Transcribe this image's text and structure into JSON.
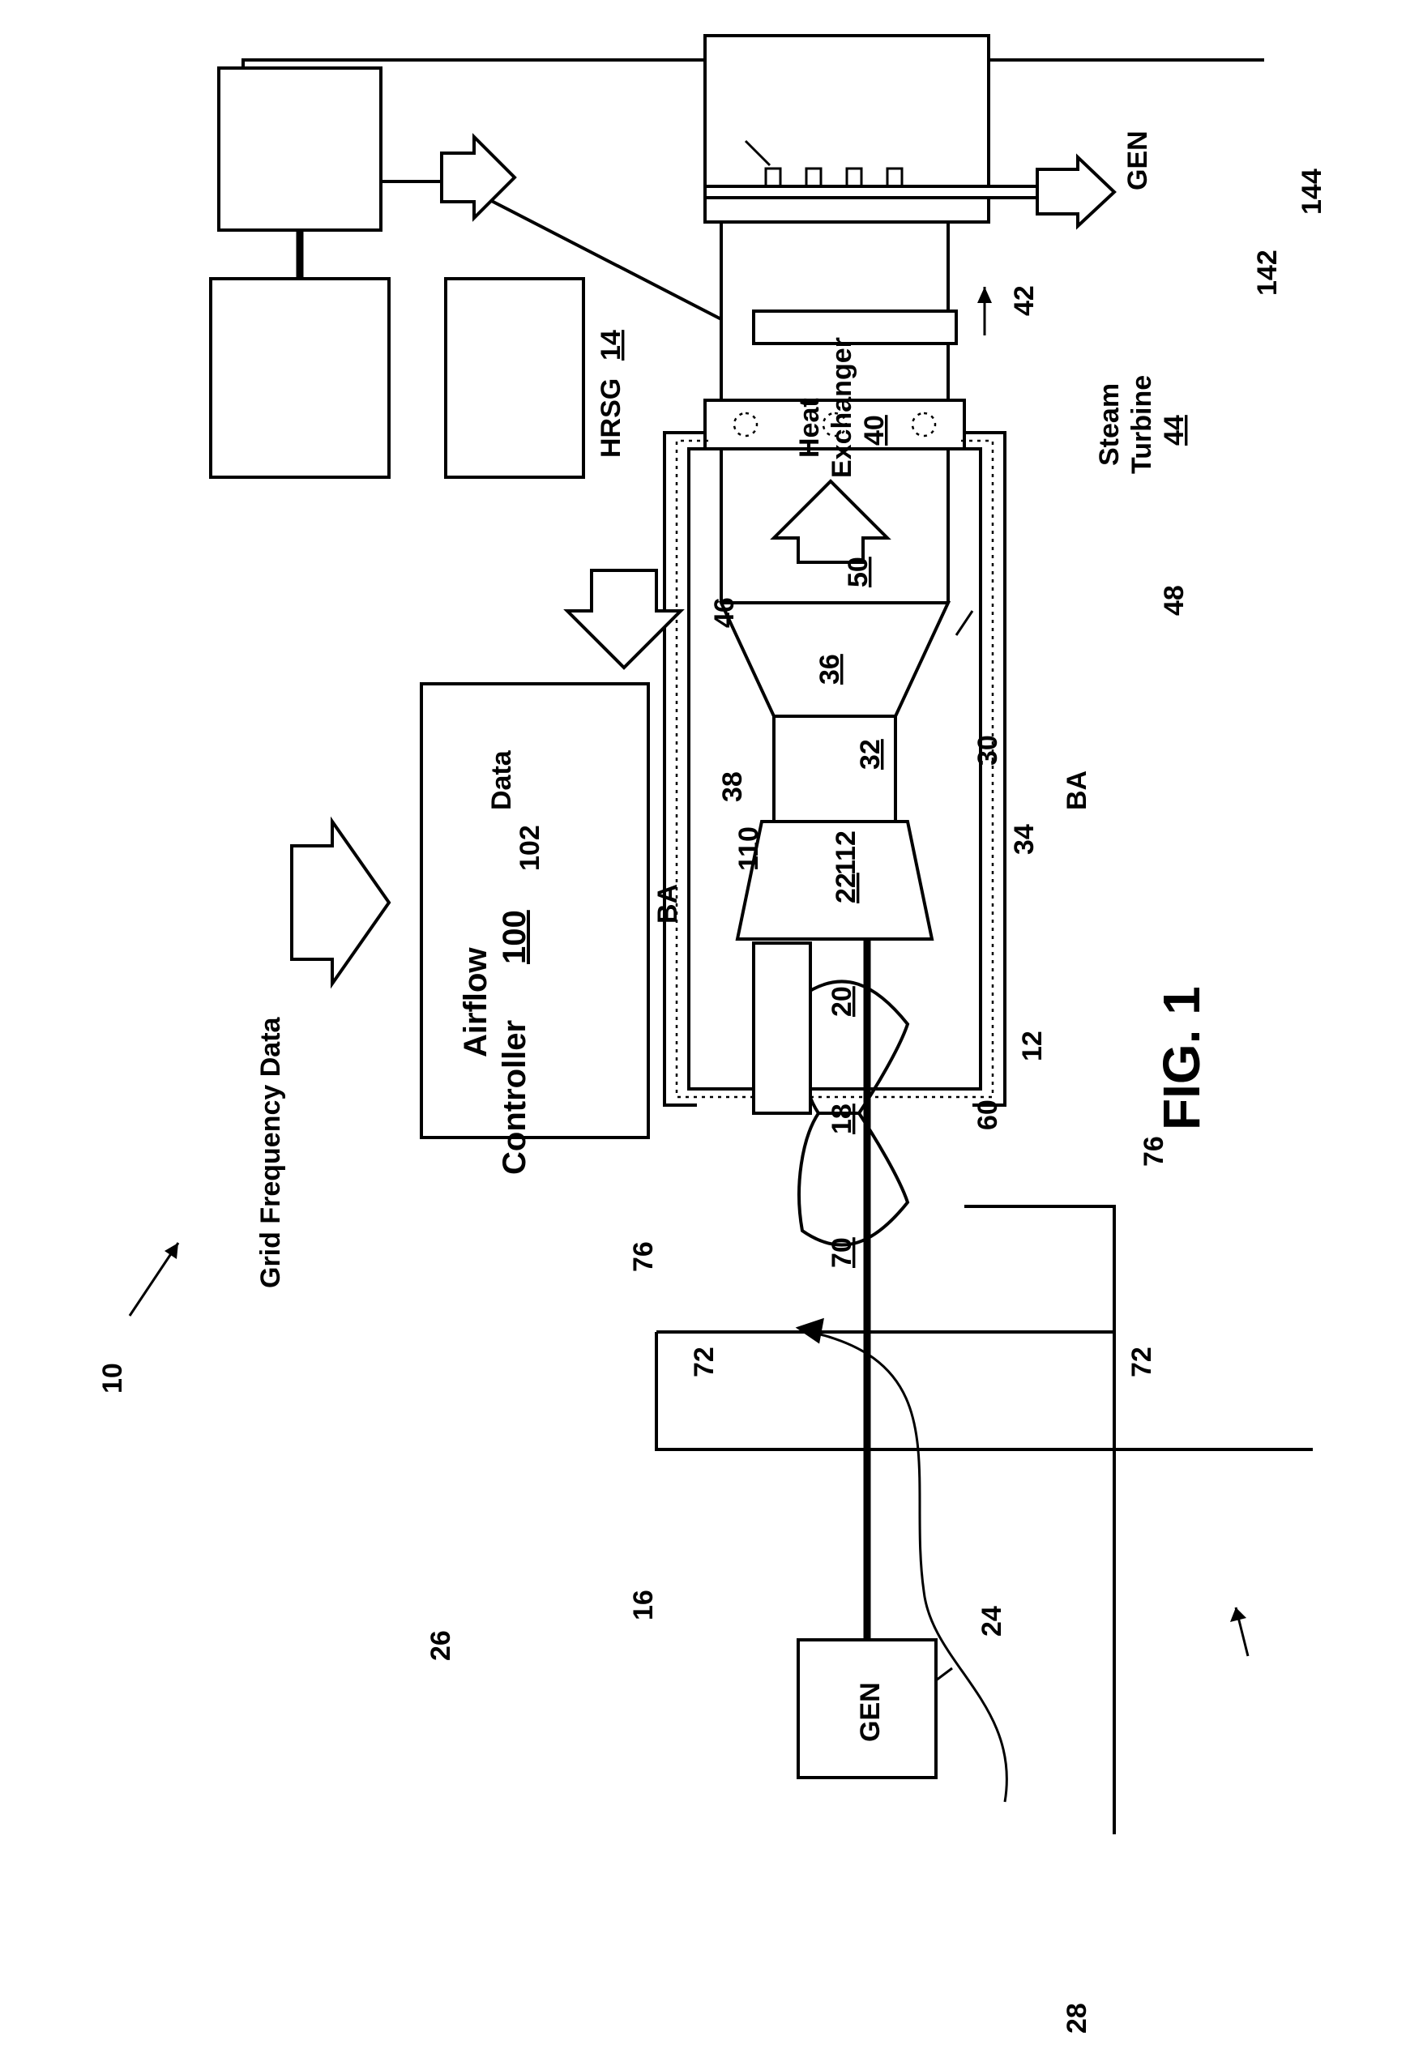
{
  "figure": {
    "caption": "FIG. 1"
  },
  "refs": {
    "system": "10",
    "gas_turbine": "12",
    "hrsg": "14",
    "inlet": "16",
    "compressor": "18",
    "combustor": "20",
    "turbine": "22",
    "shaft": "24",
    "airflow": "26",
    "generator": "28",
    "turbine_exit": "30",
    "exhaust": "32",
    "exhaust_flow": "34",
    "duct": "36",
    "catalyst": "38",
    "heat_exchanger": "40",
    "steam": "42",
    "steam_turbine": "44",
    "injectors": "46",
    "injection": "48",
    "section": "50",
    "fan": "60",
    "bleed_section": "70",
    "bleed_passage": "72",
    "bypass_duct": "76",
    "controller": "100",
    "data_input": "102",
    "mixer": "110",
    "openings": "112",
    "st_shaft": "142",
    "st_generator": "144"
  },
  "labels": {
    "grid_frequency": "Grid Frequency Data",
    "airflow_controller_line1": "Airflow",
    "airflow_controller_line2": "Controller",
    "data": "Data",
    "hrsg": "HRSG",
    "heat_exchanger_line1": "Heat",
    "heat_exchanger_line2": "Exchanger",
    "steam_turbine_line1": "Steam",
    "steam_turbine_line2": "Turbine",
    "gen": "GEN",
    "bleed_air": "BA"
  }
}
